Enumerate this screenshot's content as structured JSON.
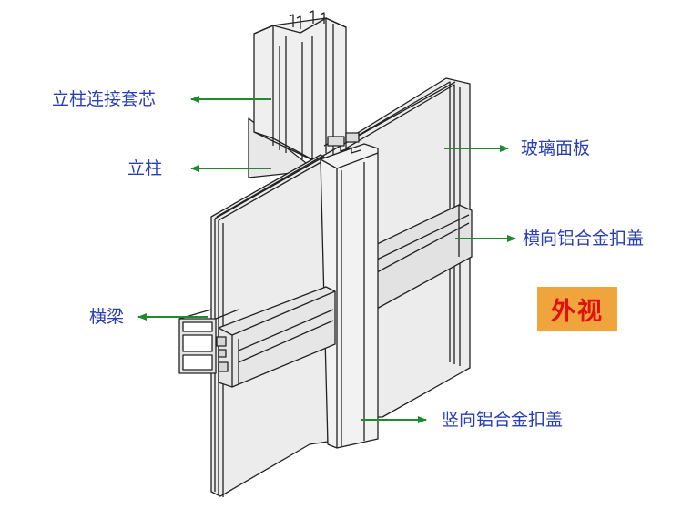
{
  "labels": {
    "column_sleeve": "立柱连接套芯",
    "column": "立柱",
    "glass_panel": "玻璃面板",
    "horizontal_cap": "横向铝合金扣盖",
    "transom": "横梁",
    "vertical_cap": "竖向铝合金扣盖"
  },
  "badge": "外视",
  "colors": {
    "label_text": "#2a3fb5",
    "arrow": "#1f8a2e",
    "badge_bg": "#f0a53c",
    "badge_text": "#e01010",
    "structure_fill": "#ececec",
    "outline": "#222222"
  }
}
